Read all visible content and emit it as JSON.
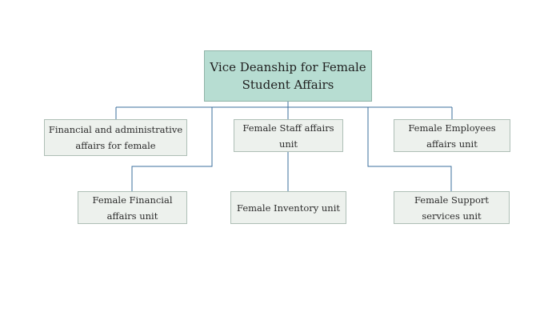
{
  "org_chart": {
    "root": {
      "label": "Vice Deanship for Female Student Affairs"
    },
    "units": {
      "financial_admin": {
        "label": "Financial and administrative affairs for female"
      },
      "staff_affairs": {
        "label": "Female Staff affairs unit"
      },
      "employees_affairs": {
        "label": "Female Employees affairs unit"
      },
      "financial_affairs": {
        "label": "Female Financial affairs unit"
      },
      "inventory": {
        "label": "Female Inventory unit"
      },
      "support_services": {
        "label": "Female Support services unit"
      }
    }
  },
  "colors": {
    "connector": "#3b6f9e",
    "root_fill": "#b7ddd2",
    "unit_fill": "#edf1ed",
    "border": "#aebfb6"
  }
}
